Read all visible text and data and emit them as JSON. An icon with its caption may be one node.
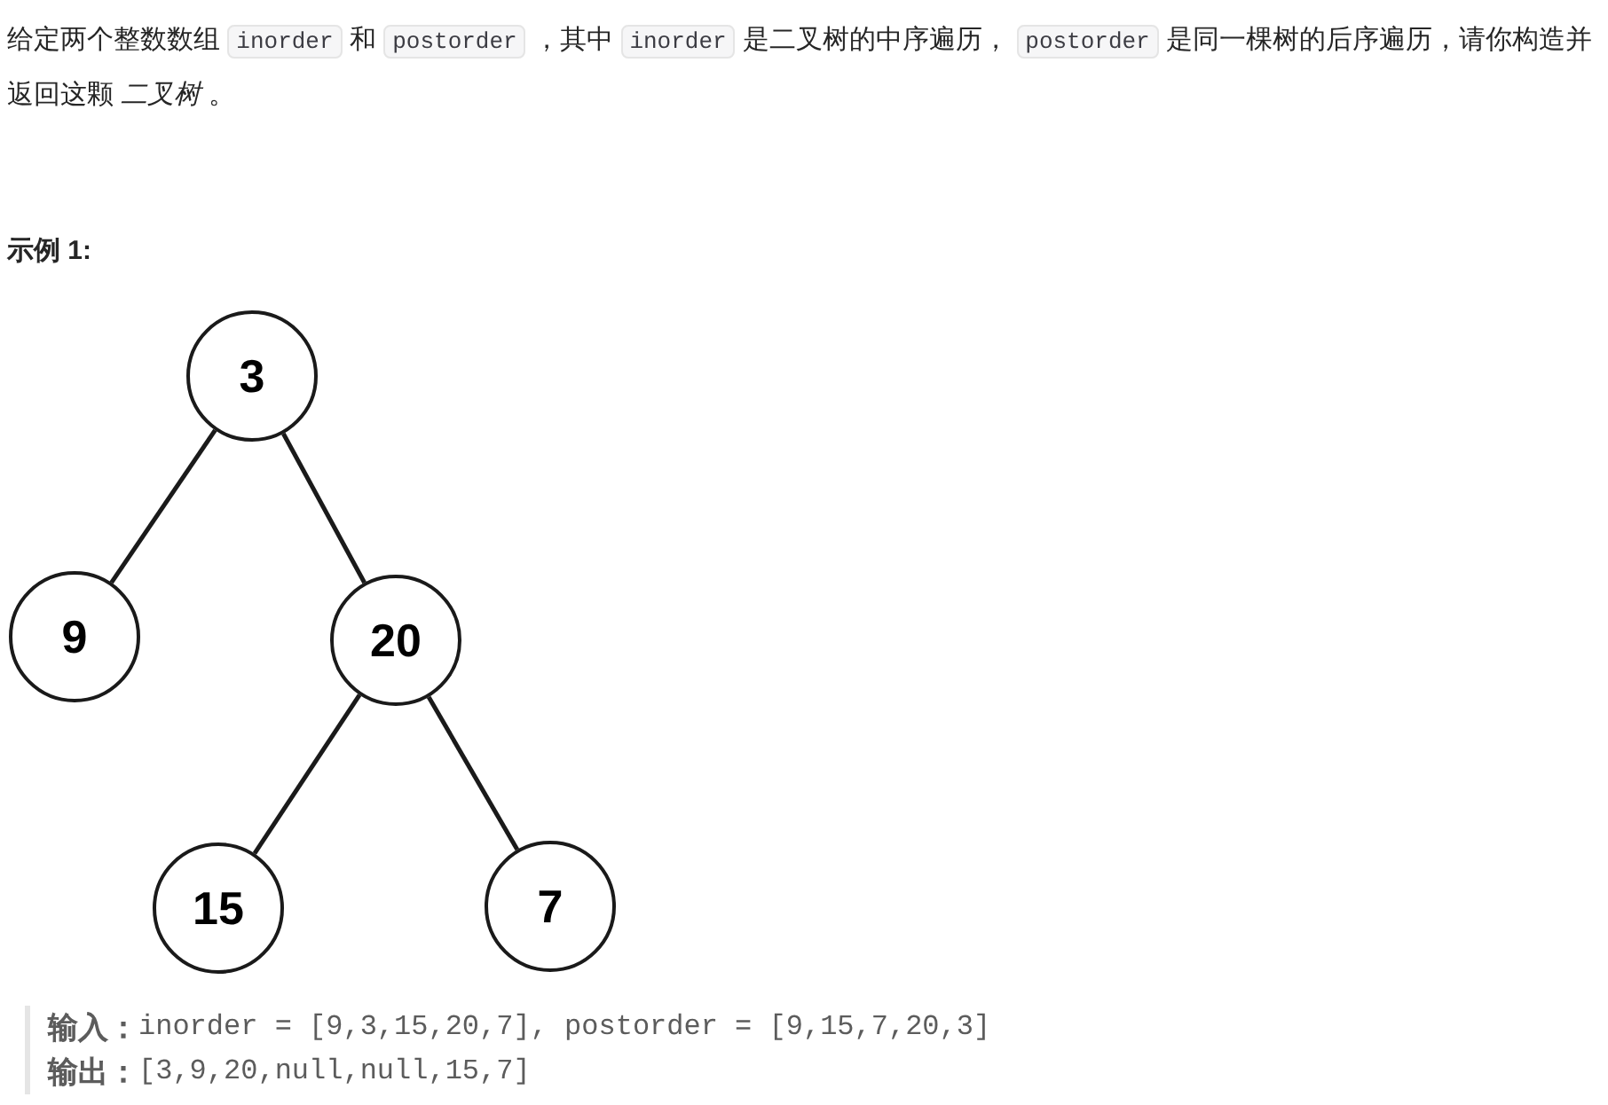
{
  "diagram": {
    "nodes": [
      {
        "text": [
          "3"
        ]
      },
      {
        "text": [
          "9"
        ]
      },
      {
        "text": [
          "20"
        ]
      },
      {
        "text": [
          "15"
        ]
      },
      {
        "text": [
          "7"
        ]
      }
    ],
    "edges": [
      {
        "from": 0,
        "to": 1,
        "arrow": "none"
      },
      {
        "from": 0,
        "to": 2,
        "arrow": "none"
      },
      {
        "from": 2,
        "to": 3,
        "arrow": "none"
      },
      {
        "from": 2,
        "to": 4,
        "arrow": "none"
      }
    ],
    "labels": [
      "给定两个整数数组 ",
      "inorder",
      " 和 ",
      "postorder",
      " ，其中 ",
      "inorder",
      " 是二叉树的中序遍历， ",
      "postorder",
      " 是同一棵树的后序遍历，请你构造并返回这颗 *二叉树* 。",
      "示例 1:",
      "输入：",
      "inorder = [9,3,15,20,7], postorder = [9,15,7,20,3]",
      "输出：",
      "[3,9,20,null,null,15,7]"
    ]
  }
}
